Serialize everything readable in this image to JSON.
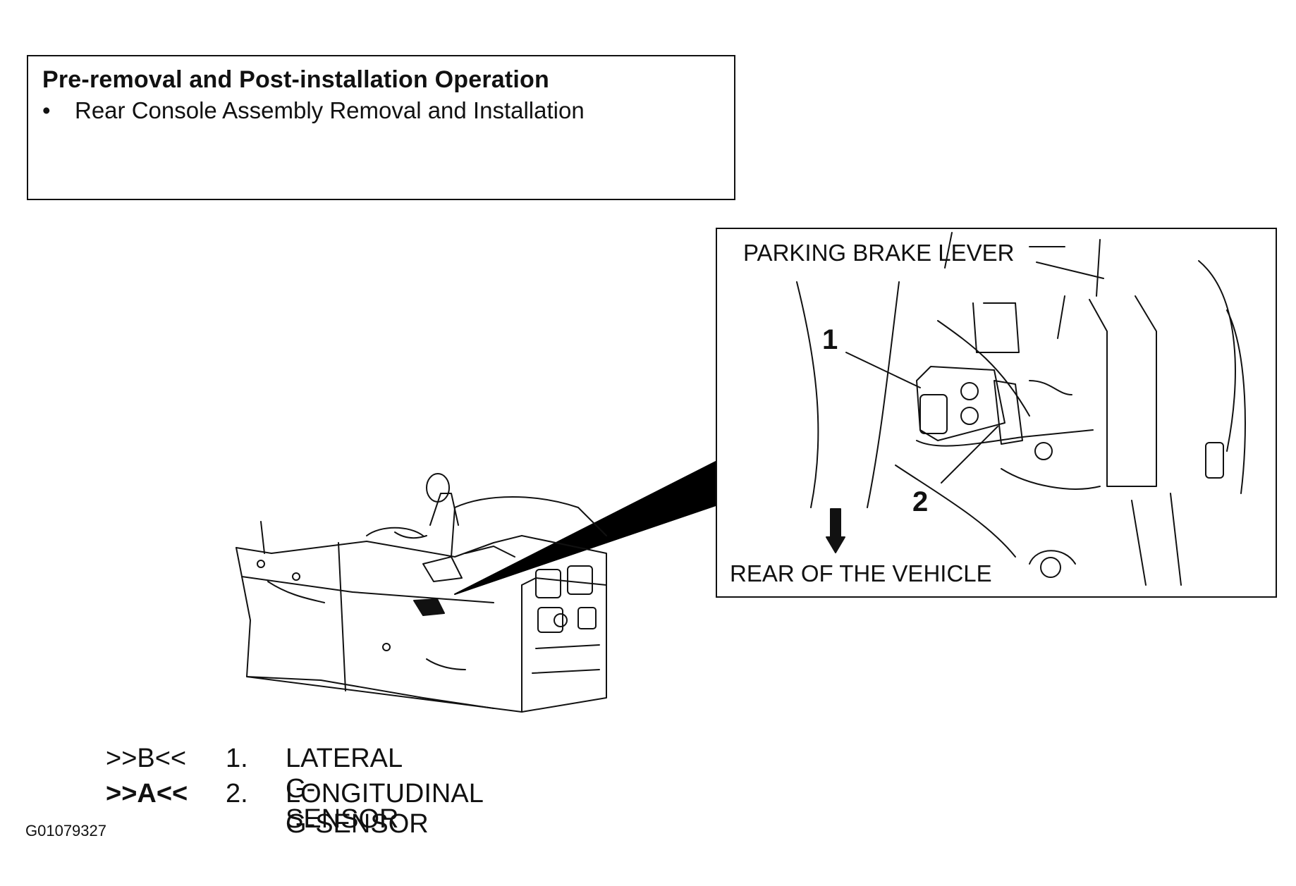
{
  "operation_box": {
    "title": "Pre-removal and Post-installation Operation",
    "items": [
      "Rear Console Assembly Removal and Installation"
    ]
  },
  "detail_view": {
    "parking_brake_label": "PARKING BRAKE LEVER",
    "rear_label": "REAR OF THE VEHICLE",
    "callouts": [
      "1",
      "2"
    ]
  },
  "legend": [
    {
      "ref": ">>B<<",
      "num": "1.",
      "name": "LATERAL G-SENSOR",
      "ref_bold": false
    },
    {
      "ref": ">>A<<",
      "num": "2.",
      "name": "LONGITUDINAL G-SENSOR",
      "ref_bold": true
    }
  ],
  "figure_id": "G01079327"
}
